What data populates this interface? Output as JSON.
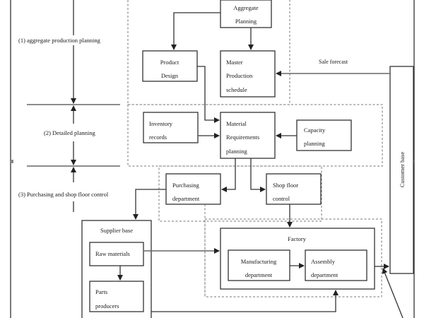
{
  "phases": {
    "phase1": "(1) aggregate production planning",
    "phase2": "(2) Detailed planning",
    "phase3": "(3) Purchasing and shop floor control"
  },
  "boxes": {
    "aggregate_planning": [
      "Aggregate",
      "Planning"
    ],
    "product_design": [
      "Product",
      "Design"
    ],
    "master_production_schedule": [
      "Master",
      "Production",
      "schedule"
    ],
    "inventory_records": [
      "Inventory",
      "records"
    ],
    "material_requirements_planning": [
      "Material",
      "Requirements",
      "planning"
    ],
    "capacity_planning": [
      "Capacity",
      "planning"
    ],
    "purchasing_department": [
      "Purchasing",
      "department"
    ],
    "shop_floor_control": [
      "Shop floor",
      "control"
    ],
    "supplier_base": "Supplier base",
    "raw_materials": "Raw materials",
    "parts_producers": [
      "Parts",
      "producers"
    ],
    "factory": "Factory",
    "manufacturing_department": [
      "Manufacturing",
      "department"
    ],
    "assembly_department": [
      "Assembly",
      "department"
    ],
    "customer_base": "Customer base"
  },
  "labels": {
    "sale_forecast": "Sale forecast"
  }
}
